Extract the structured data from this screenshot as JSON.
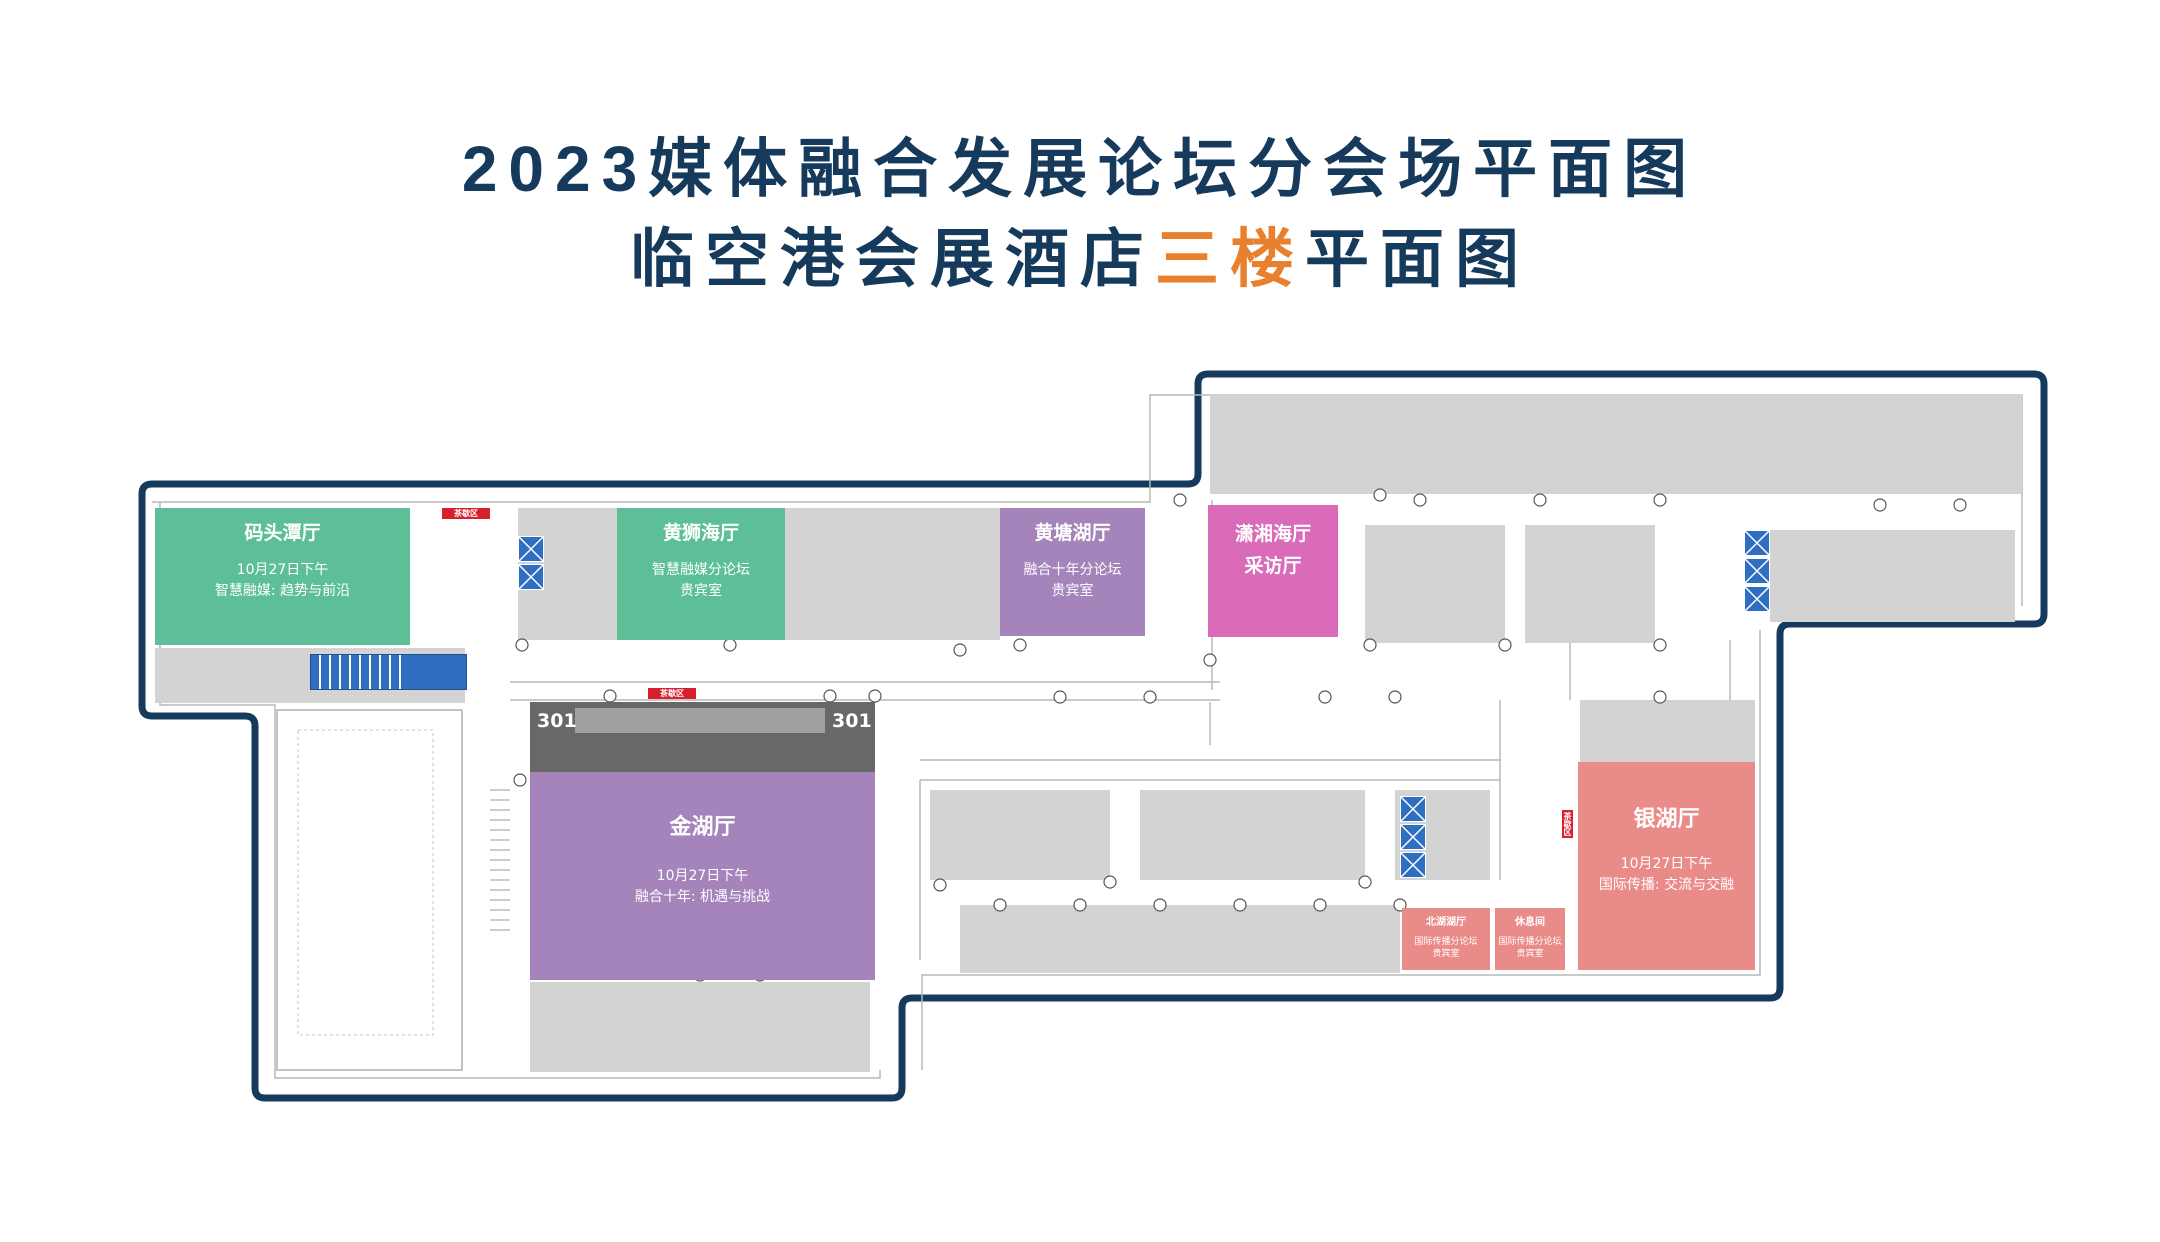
{
  "title": {
    "line1": "2023媒体融合发展论坛分会场平面图",
    "line2_prefix": "临空港会展酒店",
    "line2_highlight": "三楼",
    "line2_suffix": "平面图"
  },
  "colors": {
    "title": "#163a5c",
    "highlight": "#e9802e",
    "outline": "#163a5c",
    "green": "#5cbf97",
    "purple": "#a583bb",
    "pink": "#d96bb8",
    "salmon": "#e98b89",
    "gray_room": "#d3d3d3",
    "elevator": "#2e6fc1",
    "sign_red": "#d7202d"
  },
  "rooms": {
    "matoutan": {
      "name": "码头潭厅",
      "time": "10月27日下午",
      "topic": "智慧融媒: 趋势与前沿"
    },
    "huangshihai": {
      "name": "黄狮海厅",
      "line1": "智慧融媒分论坛",
      "line2": "贵宾室"
    },
    "huangtanghu": {
      "name": "黄塘湖厅",
      "line1": "融合十年分论坛",
      "line2": "贵宾室"
    },
    "xiaoxianghai": {
      "name": "潇湘海厅",
      "line1": "采访厅"
    },
    "jinhu": {
      "name": "金湖厅",
      "time": "10月27日下午",
      "topic": "融合十年: 机遇与挑战"
    },
    "yinhu": {
      "name": "银湖厅",
      "time": "10月27日下午",
      "topic": "国际传播: 交流与交融"
    },
    "beihu": {
      "name": "北湖湖厅",
      "line1": "国际传播分论坛",
      "line2": "贵宾室"
    },
    "xiuxi": {
      "name": "休息间",
      "line1": "国际传播分论坛",
      "line2": "贵宾室"
    }
  },
  "room_numbers": {
    "left": "301",
    "right": "301"
  },
  "signs": {
    "tea_break_1": "茶歇区",
    "tea_break_2": "茶歇区",
    "tea_break_3": "茶歇区"
  },
  "icons": [
    "elevator-icon",
    "escalator-icon"
  ]
}
